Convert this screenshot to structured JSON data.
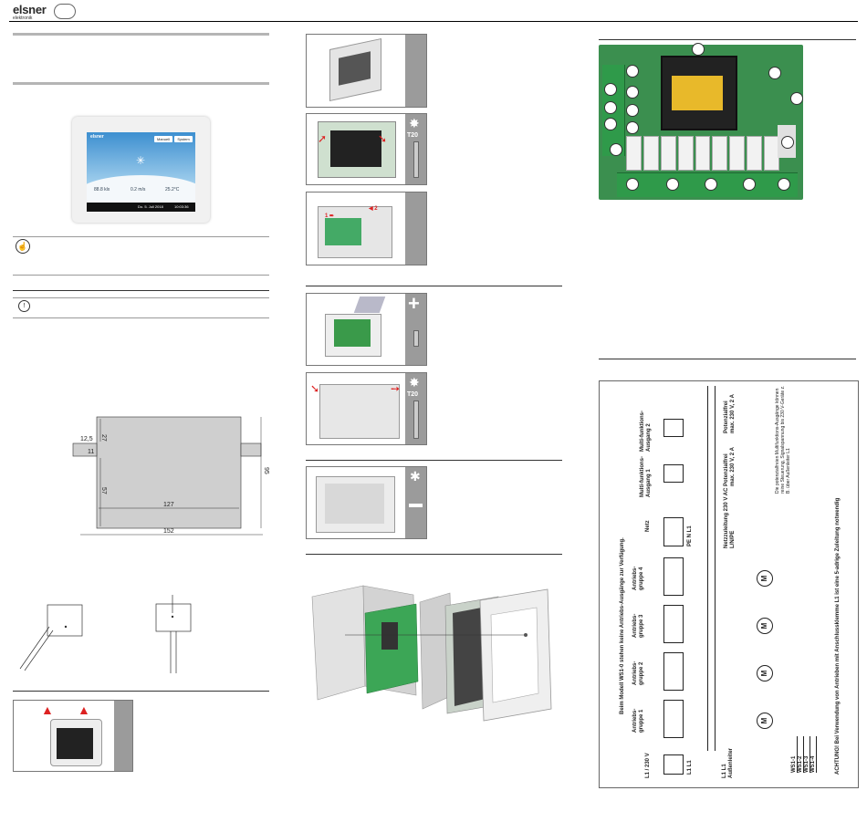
{
  "header": {
    "logo_main": "elsner",
    "logo_sub": "elektronik"
  },
  "display": {
    "button_menu": "Manuell",
    "button_system": "System",
    "logo": "elsner",
    "lux": "88.8 klx",
    "wind": "0.2 m/s",
    "temp": "25.2°C",
    "date": "Do. 5. Juli 2018",
    "time": "10:03:36"
  },
  "dimensions": {
    "d27": "27",
    "d12_5": "12,5",
    "d11": "11",
    "d57": "57",
    "d127": "127",
    "d152": "152",
    "d95": "95"
  },
  "tool_labels": {
    "t20_a": "T20",
    "t20_b": "T20"
  },
  "wiring": {
    "note_title": "Beim Modell WS1-0 stehen keine Antriebs-Ausgänge zur Verfügung.",
    "mf2": "Multi-funktions-Ausgang 2",
    "mf1": "Multi-funktions-Ausgang 1",
    "pf1": "Potenzialfrei max. 230 V, 2 A",
    "pf2": "Potenzialfrei max. 230 V, 2 A",
    "netz": "Netz",
    "netz_terms": "PE N L1",
    "netz_line": "Netzzuleitung 230 V AC L/N/PE",
    "grp4": "Antriebs-gruppe 4",
    "grp3": "Antriebs-gruppe 3",
    "grp2": "Antriebs-gruppe 2",
    "grp1": "Antriebs-gruppe 1",
    "l1": "L1 / 230 V",
    "l1_terms": "L1 L1",
    "aussen": "L1 L1 Außenleiter",
    "side_note": "Die potenzialfreien Multifunktions-Ausgänge können reine Steuerung, Signalspannung bis 230 V-Geräte z. B. über Außenleiter L1",
    "warning": "ACHTUNG! Bei Verwendung von Antrieben mit Anschlussklemme L1 ist eine 5-adrige Zuleitung notwendig",
    "models": [
      "WS1-1",
      "WS1-2",
      "WS1-3",
      "WS1-4"
    ]
  }
}
